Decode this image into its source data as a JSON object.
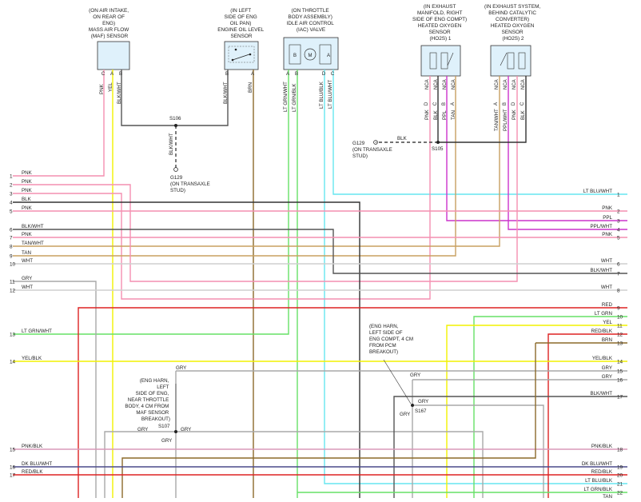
{
  "components": {
    "maf": {
      "caption": [
        "(ON AIR INTAKE,",
        "ON REAR OF",
        "ENG)",
        "MASS AIR FLOW",
        "(MAF) SENSOR"
      ],
      "pins": [
        "C",
        "A",
        "B"
      ],
      "wires": [
        "PNK",
        "YEL",
        "BLK/WHT"
      ]
    },
    "oil": {
      "caption": [
        "(IN LEFT",
        "SIDE OF ENG",
        "OIL PAN)",
        "ENGINE OIL LEVEL",
        "SENSOR"
      ],
      "pins": [
        "B",
        "A"
      ],
      "wires": [
        "BLK/WHT",
        "BRN"
      ]
    },
    "iac": {
      "caption": [
        "(ON THROTTLE",
        "BODY ASSEMBLY)",
        "IDLE AIR CONTROL",
        "(IAC) VALVE"
      ],
      "pins": [
        "A",
        "B",
        "D",
        "C"
      ],
      "wires": [
        "LT GRN/WHT",
        "LT GRN/BLK",
        "LT BLU/BLK",
        "LT BLU/WHT"
      ],
      "inner": [
        "B",
        "M",
        "A"
      ]
    },
    "ho2s1": {
      "caption": [
        "(IN EXHAUST",
        "MANIFOLD, RIGHT",
        "SIDE OF ENG COMPT)",
        "HEATED OXYGEN",
        "SENSOR",
        "(HO2S) 1"
      ],
      "nca": [
        "NCA",
        "NCA",
        "NCA",
        "NCA"
      ],
      "pins": [
        "D",
        "C",
        "B",
        "A"
      ],
      "wires": [
        "PNK",
        "BLK",
        "PPL",
        "TAN"
      ]
    },
    "ho2s2": {
      "caption": [
        "(IN EXHAUST SYSTEM,",
        "BEHIND CATALYTIC",
        "CONVERTER)",
        "HEATED OXYGEN",
        "SENSOR",
        "(HO2S) 2"
      ],
      "nca": [
        "NCA",
        "NCA",
        "NCA",
        "NCA"
      ],
      "pins": [
        "A",
        "B",
        "D",
        "C"
      ],
      "wires": [
        "TAN/WHT",
        "PPL/WHT",
        "PNK",
        "BLK"
      ]
    }
  },
  "splices": {
    "s106": "S106",
    "s105": "S105",
    "s107": "S107",
    "s167": "S167",
    "blk_wht": "BLK/WHT",
    "blk": "BLK",
    "g129_a": [
      "G129",
      "(ON TRANSAXLE",
      "STUD)"
    ],
    "g129_b": [
      "G129",
      "(ON TRANSAXLE",
      "STUD)"
    ],
    "s107_note": [
      "(ENG HARN,",
      "LEFT",
      "SIDE OF ENG,",
      "NEAR THROTTLE",
      "BODY, 4 CM FROM",
      "MAF SENSOR",
      "BREAKOUT)"
    ],
    "s167_note": [
      "(ENG HARN,",
      "LEFT SIDE OF",
      "ENG COMPT, 4 CM",
      "FROM PCM",
      "BREAKOUT)"
    ],
    "gry": "GRY"
  },
  "left_rows": [
    {
      "n": "1",
      "label": "PNK"
    },
    {
      "n": "2",
      "label": "PNK"
    },
    {
      "n": "3",
      "label": "PNK"
    },
    {
      "n": "4",
      "label": "BLK"
    },
    {
      "n": "5",
      "label": "PNK"
    },
    {
      "n": "6",
      "label": "BLK/WHT"
    },
    {
      "n": "7",
      "label": "PNK"
    },
    {
      "n": "8",
      "label": "TAN/WHT"
    },
    {
      "n": "9",
      "label": "TAN"
    },
    {
      "n": "10",
      "label": "WHT"
    },
    {
      "n": "11",
      "label": "GRY"
    },
    {
      "n": "12",
      "label": "WHT"
    },
    {
      "n": "13",
      "label": "LT GRN/WHT"
    },
    {
      "n": "14",
      "label": "YEL/BLK"
    },
    {
      "n": "15",
      "label": "PNK/BLK"
    },
    {
      "n": "16",
      "label": "DK BLU/WHT"
    },
    {
      "n": "17",
      "label": "RED/BLK"
    }
  ],
  "right_rows": [
    {
      "n": "1",
      "label": "LT BLU/WHT"
    },
    {
      "n": "2",
      "label": "PNK"
    },
    {
      "n": "3",
      "label": "PPL"
    },
    {
      "n": "4",
      "label": "PPL/WHT"
    },
    {
      "n": "5",
      "label": "PNK"
    },
    {
      "n": "6",
      "label": "WHT"
    },
    {
      "n": "7",
      "label": "BLK/WHT"
    },
    {
      "n": "8",
      "label": "WHT"
    },
    {
      "n": "9",
      "label": "RED"
    },
    {
      "n": "10",
      "label": "LT GRN"
    },
    {
      "n": "11",
      "label": "YEL"
    },
    {
      "n": "12",
      "label": "RED/BLK"
    },
    {
      "n": "13",
      "label": "BRN"
    },
    {
      "n": "14",
      "label": "YEL/BLK"
    },
    {
      "n": "15",
      "label": "GRY"
    },
    {
      "n": "16",
      "label": "GRY"
    },
    {
      "n": "17",
      "label": "BLK/WHT"
    },
    {
      "n": "18",
      "label": "PNK/BLK"
    },
    {
      "n": "19",
      "label": "DK BLU/WHT"
    },
    {
      "n": "20",
      "label": "RED/BLK"
    },
    {
      "n": "21",
      "label": "LT BLU/BLK"
    },
    {
      "n": "22",
      "label": "LT GRN/BLK"
    },
    {
      "n": "",
      "label": "TAN"
    }
  ],
  "colors": {
    "pnk": "#f48fb1",
    "yel": "#f2f200",
    "blk": "#333333",
    "blkwht": "#555555",
    "brn": "#8b6a2a",
    "ltgrn": "#66e066",
    "ltblu": "#66e6f0",
    "ppl": "#cc33cc",
    "tan": "#c8a060",
    "wht": "#cfcfcf",
    "gry": "#a8a8a8",
    "red": "#dd2222",
    "dkblu": "#4a4a8a",
    "box": "#dff1fb",
    "text": "#222222"
  }
}
